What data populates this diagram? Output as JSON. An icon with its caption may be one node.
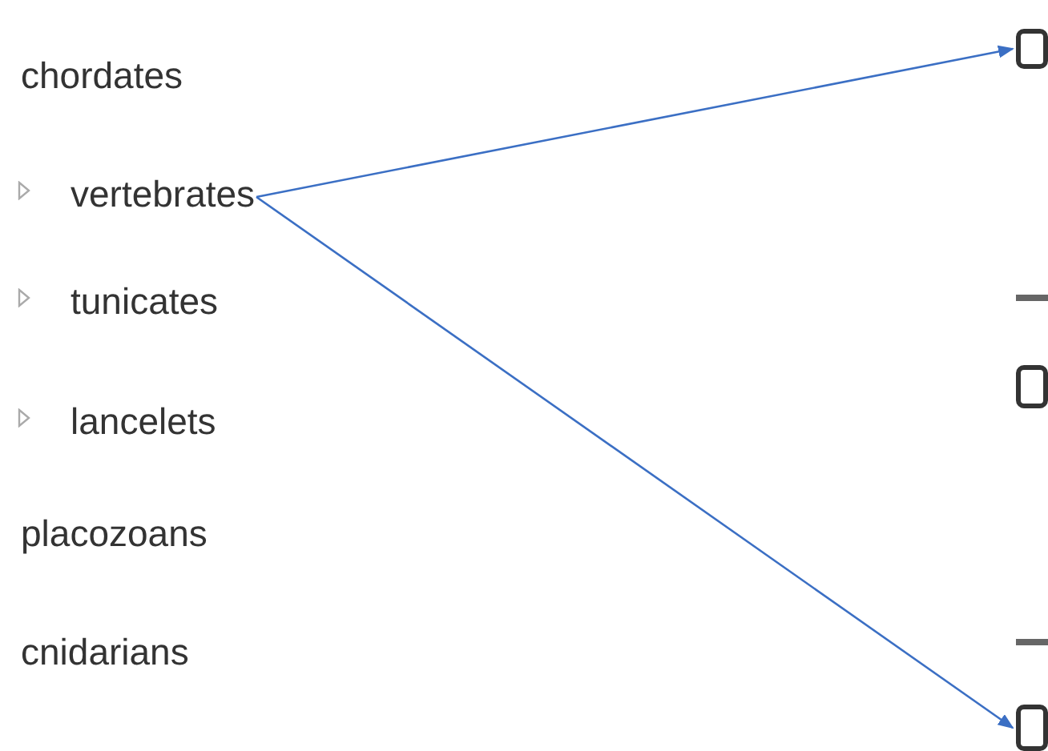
{
  "diagram": {
    "nodes": [
      {
        "text": [
          "chordates"
        ]
      },
      {
        "text": [
          "vertebrates"
        ]
      },
      {
        "text": [
          "tunicates"
        ]
      },
      {
        "text": [
          "lancelets"
        ]
      },
      {
        "text": [
          "placozoans"
        ]
      },
      {
        "text": [
          "cnidarians"
        ]
      },
      {
        "text": [],
        "shape": "box"
      },
      {
        "text": [],
        "shape": "box"
      },
      {
        "text": [],
        "shape": "box"
      }
    ],
    "edges": [
      {
        "from": 1,
        "to": 6,
        "arrow": "to"
      },
      {
        "from": 1,
        "to": 8,
        "arrow": "to"
      }
    ]
  }
}
